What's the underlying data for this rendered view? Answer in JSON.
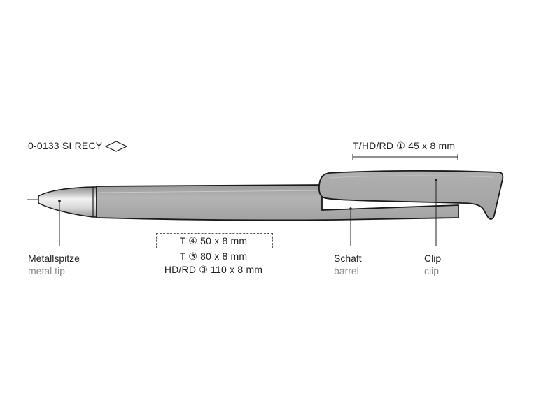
{
  "product": {
    "model_code": "0-0133 SI RECY",
    "diamond_icon": "diamond-outline-icon"
  },
  "print_areas": {
    "clip": "T/HD/RD ① 45 x 8 mm",
    "barrel": [
      "T ④ 50 x 8 mm",
      "T ③ 80 x 8 mm",
      "HD/RD ③ 110 x 8 mm"
    ]
  },
  "parts": {
    "tip": {
      "label_de": "Metallspitze",
      "label_en": "metal tip"
    },
    "barrel": {
      "label_de": "Schaft",
      "label_en": "barrel"
    },
    "clip": {
      "label_de": "Clip",
      "label_en": "clip"
    }
  },
  "colors": {
    "pen_body": "#a8a8a8",
    "pen_outline": "#1a1a1a",
    "text_primary": "#222222",
    "text_secondary": "#8a8a8a"
  }
}
